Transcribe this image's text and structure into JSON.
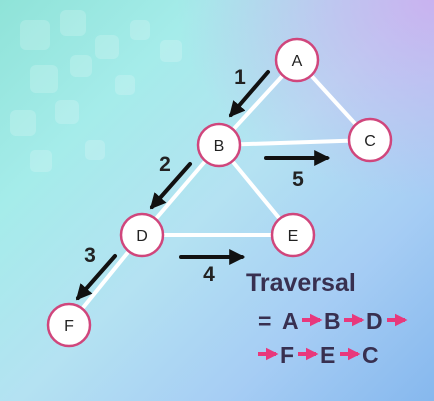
{
  "nodes": [
    {
      "id": "A",
      "label": "A"
    },
    {
      "id": "B",
      "label": "B"
    },
    {
      "id": "C",
      "label": "C"
    },
    {
      "id": "D",
      "label": "D"
    },
    {
      "id": "E",
      "label": "E"
    },
    {
      "id": "F",
      "label": "F"
    }
  ],
  "edges": [
    {
      "from": "A",
      "to": "B"
    },
    {
      "from": "A",
      "to": "C"
    },
    {
      "from": "B",
      "to": "C"
    },
    {
      "from": "B",
      "to": "D"
    },
    {
      "from": "B",
      "to": "E"
    },
    {
      "from": "D",
      "to": "E"
    },
    {
      "from": "D",
      "to": "F"
    }
  ],
  "step_labels": [
    "1",
    "2",
    "3",
    "4",
    "5"
  ],
  "traversal": {
    "title": "Traversal",
    "line1": {
      "prefix": "= ",
      "nodes": [
        "A",
        "B",
        "D"
      ]
    },
    "line2": {
      "nodes": [
        "F",
        "E",
        "C"
      ]
    }
  },
  "colors": {
    "node_border": "#d0467c",
    "node_fill": "#ffffff",
    "edge": "#ffffff",
    "arrow": "#111111",
    "text": "#383050",
    "traversal_arrow": "#e8387c"
  }
}
